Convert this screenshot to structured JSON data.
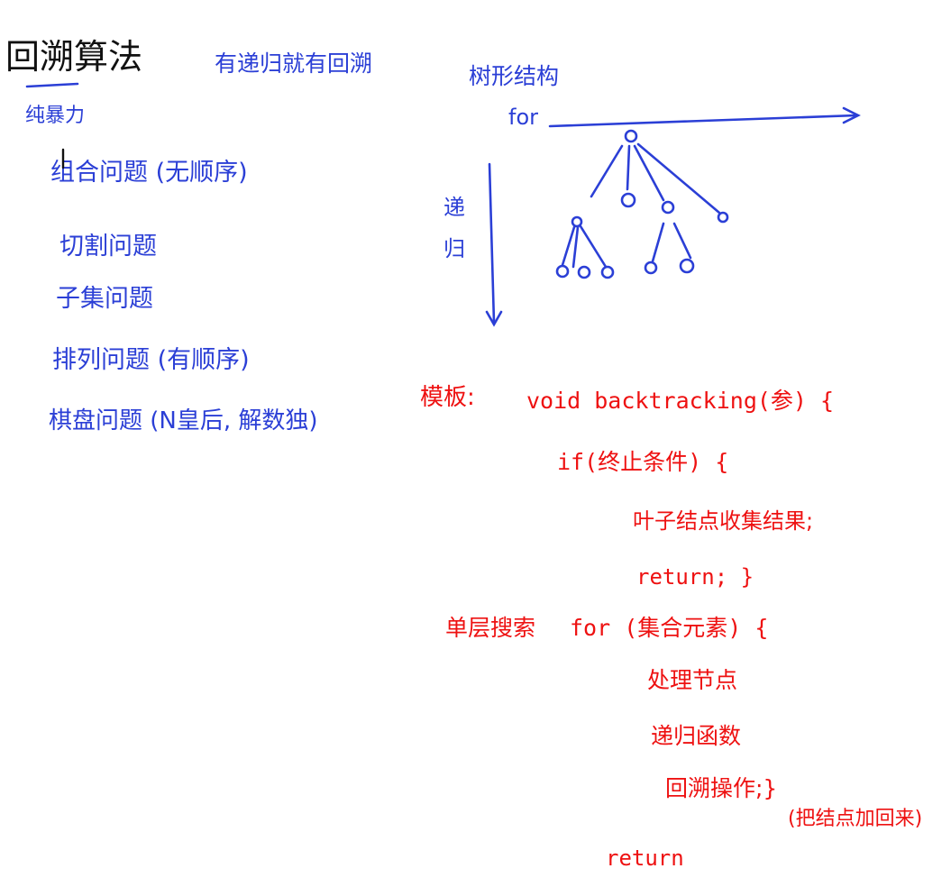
{
  "title": "回溯算法",
  "subtitle": "有递归就有回溯",
  "brute_force": "纯暴力",
  "problems": [
    "组合问题 (无顺序)",
    "切割问题",
    "子集问题",
    "排列问题 (有顺序)",
    "棋盘问题 (N皇后, 解数独)"
  ],
  "tree": {
    "label": "树形结构",
    "horizontal": "for",
    "vertical": "递归"
  },
  "template": {
    "heading": "模板:",
    "signature": "void  backtracking(参)  {",
    "lines": [
      "if(终止条件) {",
      "叶子结点收集结果;",
      "return; }",
      "for (集合元素) {",
      "处理节点",
      "递归函数",
      "回溯操作;}",
      "(把结点加回来)",
      "return"
    ],
    "side_label": "单层搜索"
  },
  "colors": {
    "title_ink": "#111111",
    "notes_ink": "#2b3fd6",
    "template_ink": "#ee1111"
  }
}
